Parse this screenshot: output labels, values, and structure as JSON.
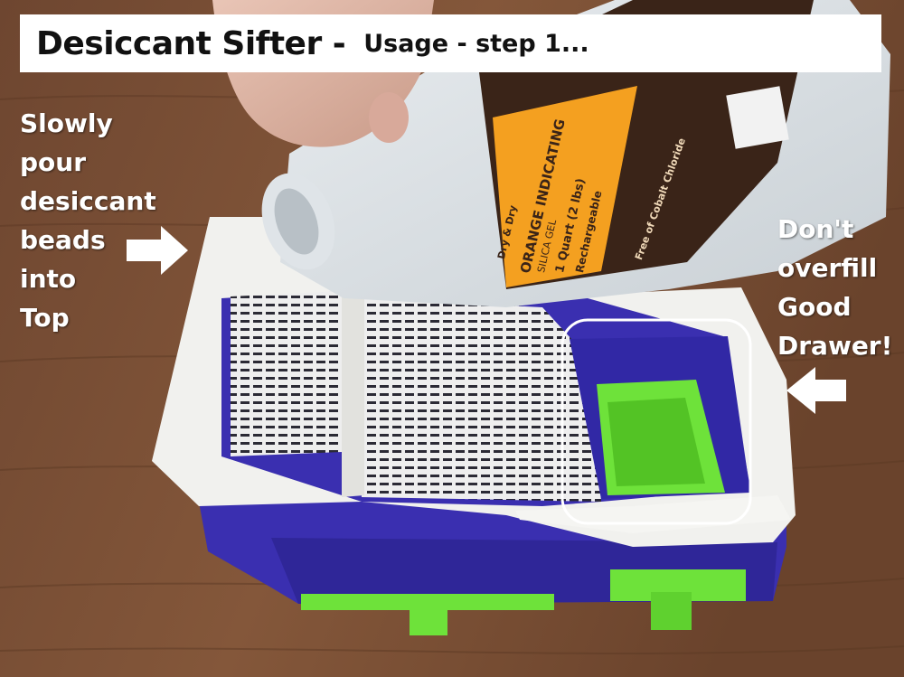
{
  "title": {
    "main": "Desiccant Sifter -",
    "sub": "Usage - step 1..."
  },
  "left_caption": {
    "lines": [
      "Slowly",
      "pour",
      "desiccant",
      "beads",
      "into",
      "Top"
    ]
  },
  "right_caption": {
    "lines": [
      "Don't",
      "overfill",
      "Good",
      "Drawer!"
    ]
  },
  "bottle_label": {
    "brand": "Dry & Dry",
    "product": "ORANGE INDICATING",
    "type": "SILICA GEL",
    "size": "1 Quart",
    "size_note": "(2 lbs)",
    "feature": "Rechargeable",
    "warning": "Free of Cobalt Chloride"
  },
  "colors": {
    "table": "#7a4e33",
    "sifter_white": "#f1f1ee",
    "sifter_blue": "#3a2fb0",
    "drawer_green": "#6ee23a",
    "label_orange": "#f4a020",
    "label_dark": "#3a2418",
    "highlight_outline": "#ffffff"
  }
}
